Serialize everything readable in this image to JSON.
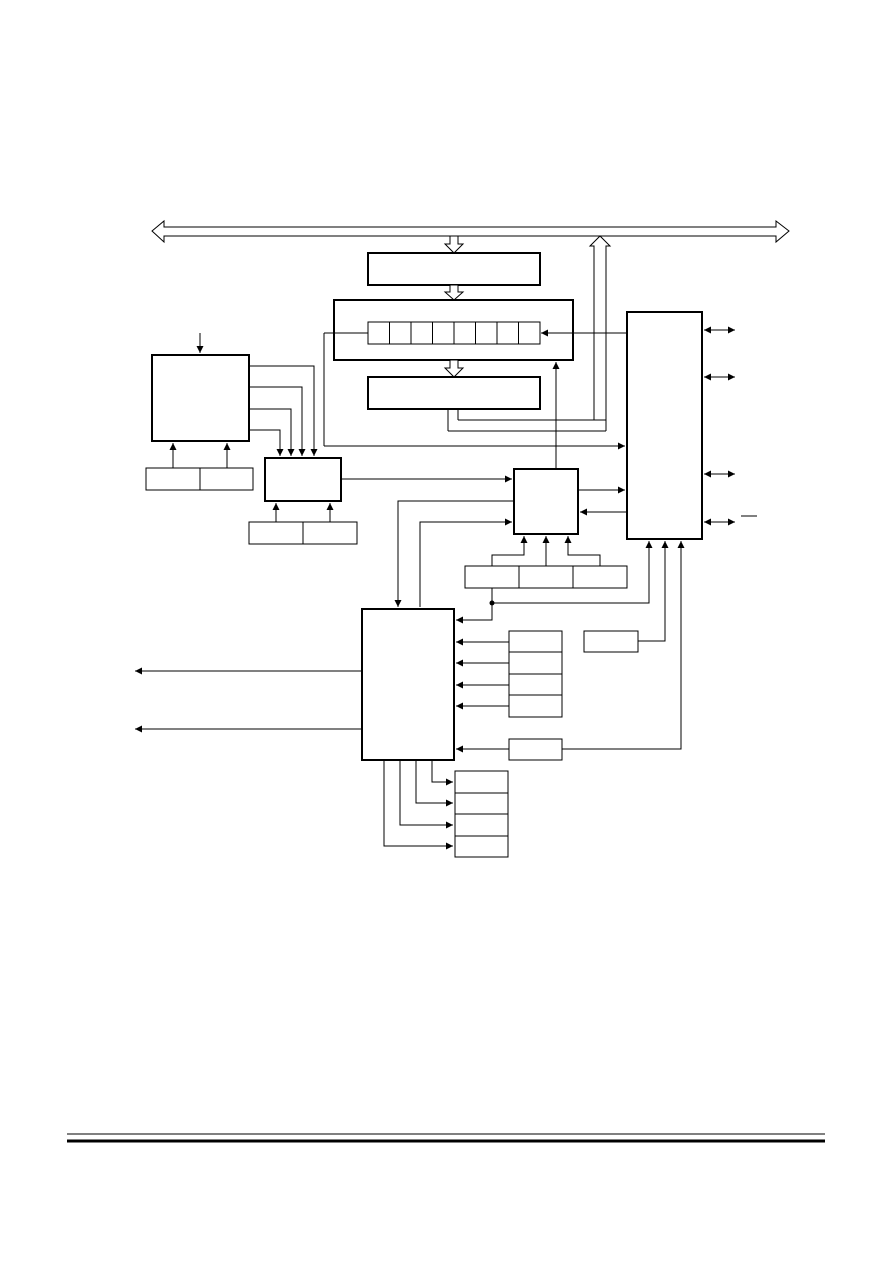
{
  "diagram": {
    "kind": "block-diagram",
    "labels": [],
    "colors": {
      "line": "#000000",
      "background": "#ffffff"
    },
    "blocks": [
      "register-top",
      "shift-register",
      "register-bottom",
      "left-block",
      "left-sub-pair",
      "mux-block",
      "mux-sub-pair",
      "center-block",
      "center-sub-triple",
      "right-tall-block",
      "lower-main-block",
      "lower-right-stack",
      "single-right-box",
      "lower-single-box",
      "bottom-stack"
    ],
    "shift_register_cells": 8,
    "lower_right_stack_cells": 4,
    "bottom_stack_cells": 4
  },
  "footer": {
    "rule_count": 2
  }
}
